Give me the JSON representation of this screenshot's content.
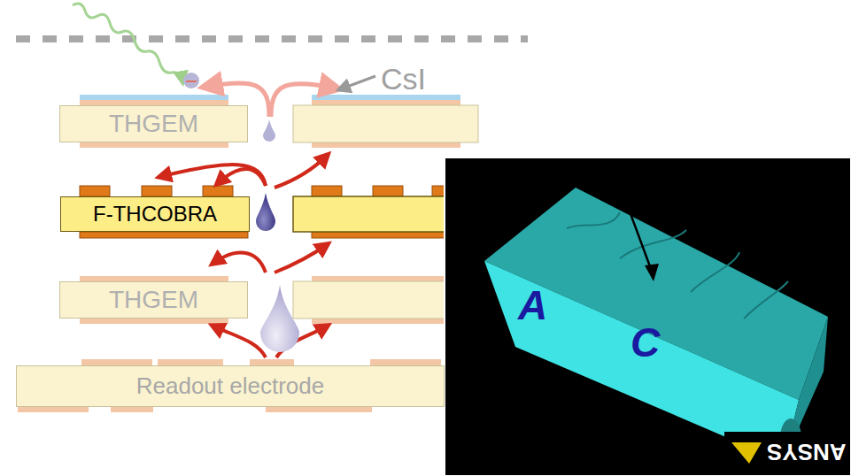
{
  "diagram": {
    "nodes": [
      {
        "text": [
          "THGEM"
        ]
      },
      {
        "text": [
          "F-THCOBRA"
        ]
      },
      {
        "text": [
          "THGEM"
        ]
      },
      {
        "text": [
          "Readout electrode"
        ]
      }
    ],
    "labels": [
      "CsI",
      "A",
      "C",
      "ANSYS"
    ]
  }
}
